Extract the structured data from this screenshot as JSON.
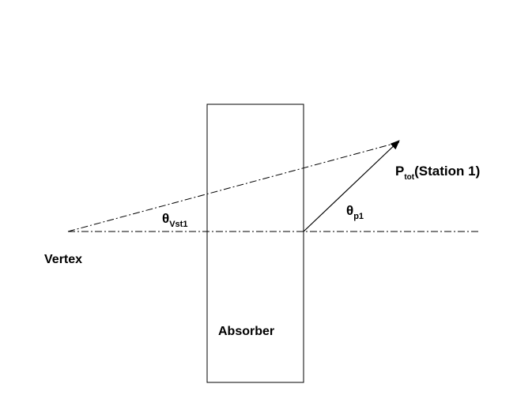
{
  "labels": {
    "vertex": "Vertex",
    "absorber": "Absorber",
    "theta_vertex_symbol": "θ",
    "theta_vertex_sub": "Vst1",
    "theta_p_symbol": "θ",
    "theta_p_sub": "p1",
    "p_tot_symbol": "P",
    "p_tot_sub": "tot",
    "p_tot_suffix": "(Station 1)"
  },
  "colors": {
    "line": "#000000",
    "background": "#ffffff"
  }
}
